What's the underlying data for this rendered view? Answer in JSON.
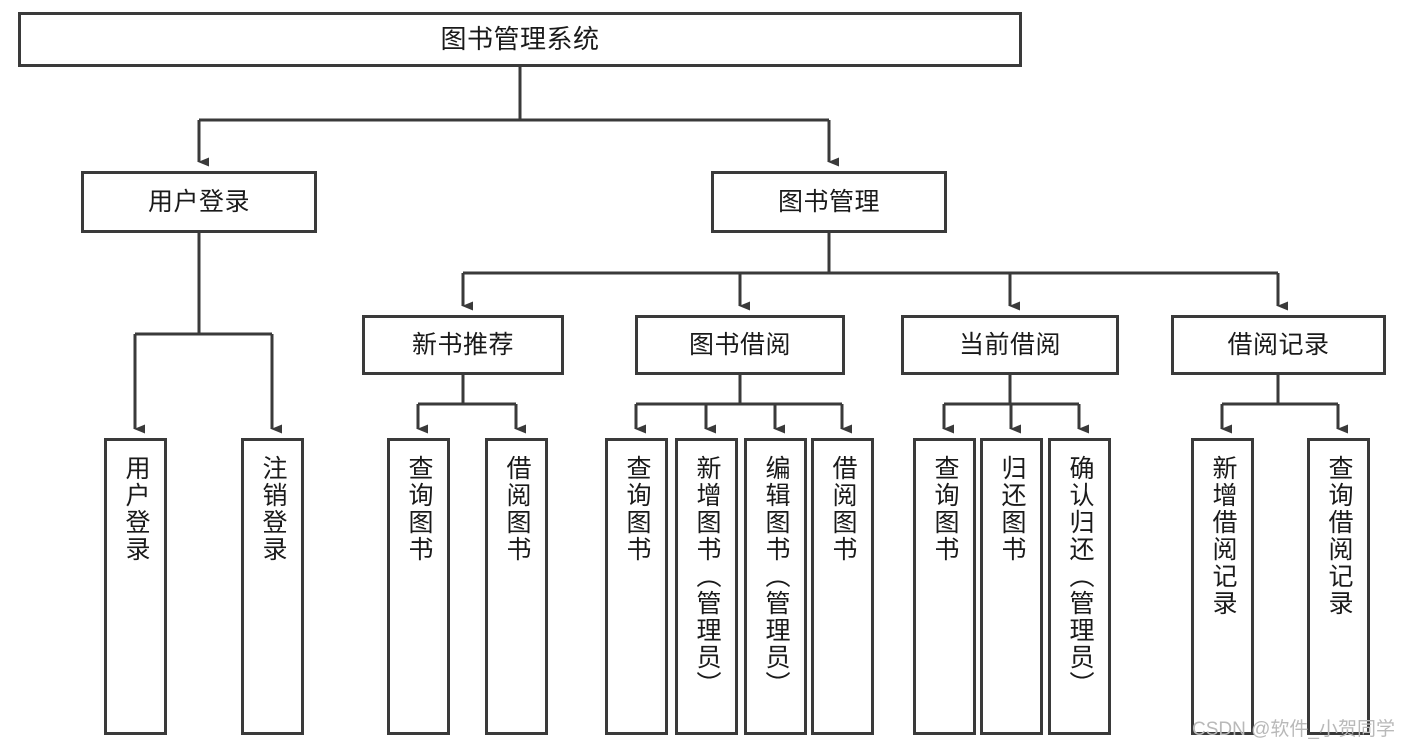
{
  "diagram": {
    "title": "图书管理系统",
    "type": "tree",
    "orientation": "top-down",
    "colors": {
      "box_border": "#3a3a3a",
      "box_fill": "#ffffff",
      "edge": "#3a3a3a",
      "text": "#1a1a1a",
      "watermark": "#b9b9b9",
      "background": "#ffffff"
    }
  },
  "nodes": {
    "root": {
      "label": "图书管理系统"
    },
    "level2": [
      {
        "id": "user-login",
        "label": "用户登录"
      },
      {
        "id": "book-management",
        "label": "图书管理"
      }
    ],
    "level3": [
      {
        "id": "new-book-recommend",
        "label": "新书推荐"
      },
      {
        "id": "book-borrow",
        "label": "图书借阅"
      },
      {
        "id": "current-borrow",
        "label": "当前借阅"
      },
      {
        "id": "borrow-record",
        "label": "借阅记录"
      }
    ],
    "leaves": {
      "user-login": [
        {
          "id": "leaf-user-login",
          "label": "用户登录"
        },
        {
          "id": "leaf-logout-login",
          "label": "注销登录"
        }
      ],
      "new-book-recommend": [
        {
          "id": "leaf-query-book-1",
          "label": "查询图书"
        },
        {
          "id": "leaf-borrow-book-1",
          "label": "借阅图书"
        }
      ],
      "book-borrow": [
        {
          "id": "leaf-query-book-2",
          "label": "查询图书"
        },
        {
          "id": "leaf-add-book",
          "label": "新增图书（管理员）"
        },
        {
          "id": "leaf-edit-book",
          "label": "编辑图书（管理员）"
        },
        {
          "id": "leaf-borrow-book-2",
          "label": "借阅图书"
        }
      ],
      "current-borrow": [
        {
          "id": "leaf-query-book-3",
          "label": "查询图书"
        },
        {
          "id": "leaf-return-book",
          "label": "归还图书"
        },
        {
          "id": "leaf-confirm-return",
          "label": "确认归还（管理员）"
        }
      ],
      "borrow-record": [
        {
          "id": "leaf-add-record",
          "label": "新增借阅记录"
        },
        {
          "id": "leaf-query-record",
          "label": "查询借阅记录"
        }
      ]
    }
  },
  "watermark": {
    "text": "CSDN @软件_小贺同学"
  }
}
